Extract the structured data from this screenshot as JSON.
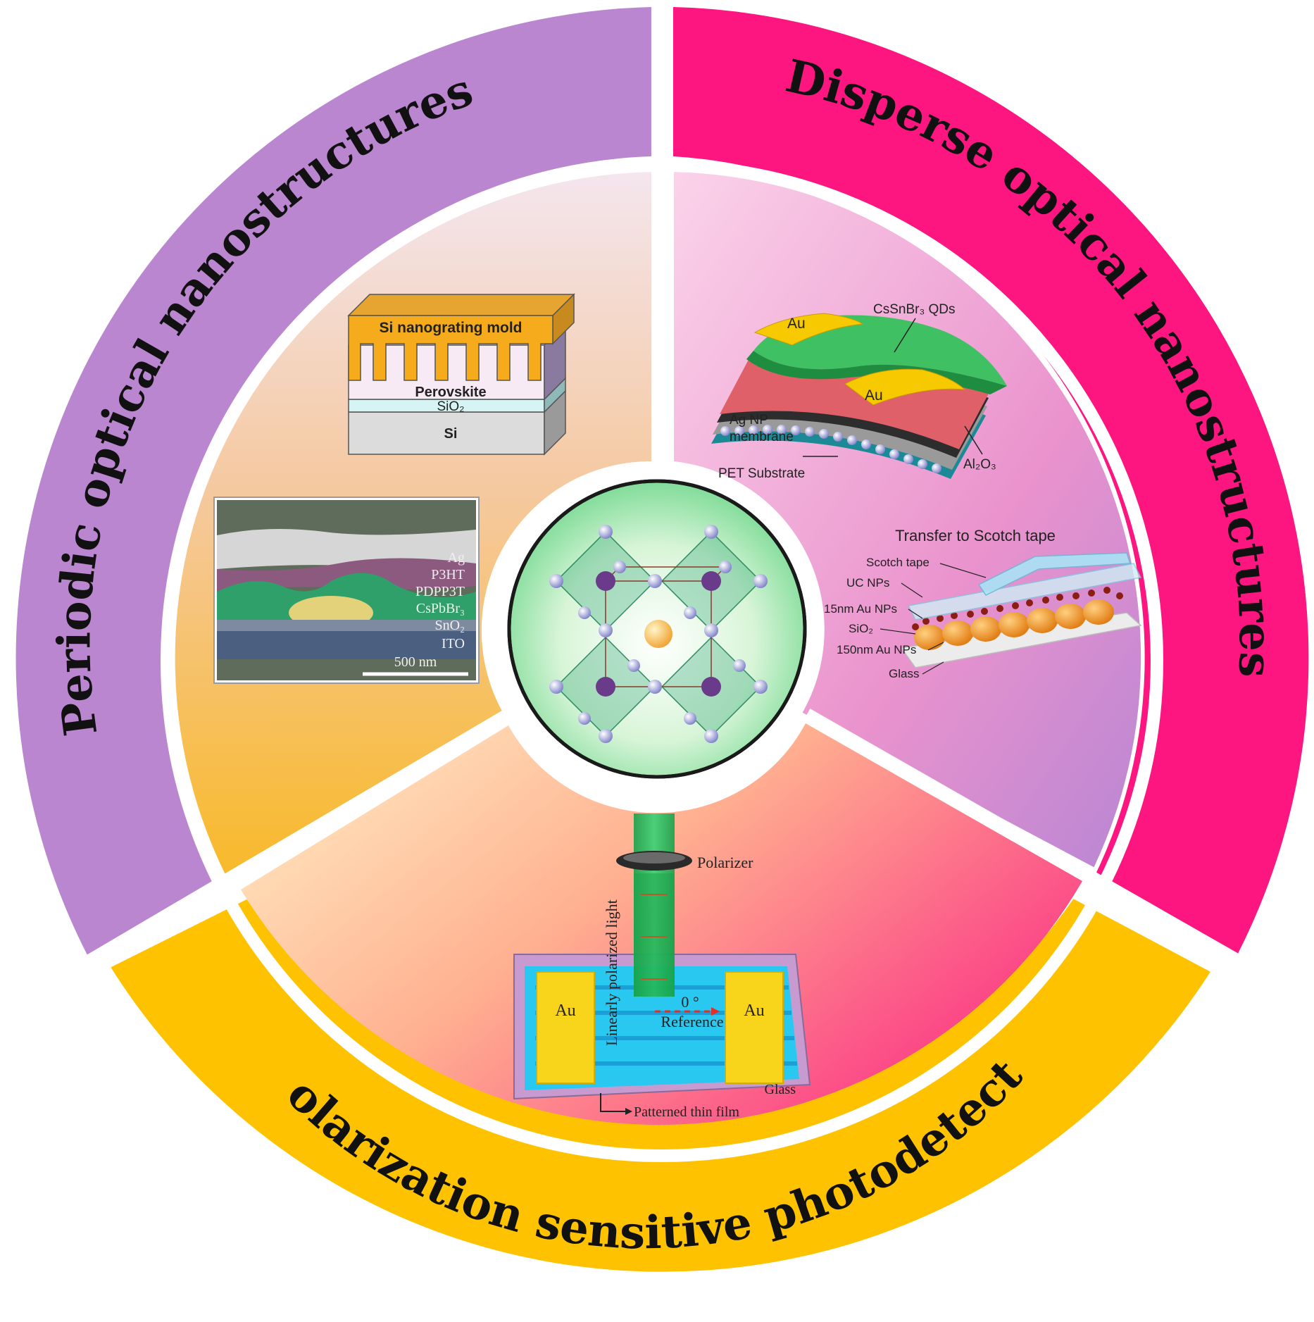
{
  "ring_titles": {
    "periodic": "Periodic optical nanostructures",
    "disperse": "Disperse optical nanostructures",
    "polarization": "Polarization sensitive photodetector"
  },
  "periodic_panel": {
    "mold": {
      "label": "Si nanograting mold",
      "layers": [
        "Perovskite",
        "SiO₂",
        "Si"
      ]
    },
    "sem": {
      "layers": [
        "Ag",
        "P3HT",
        "PDPP3T",
        "CsPbBr₃",
        "SnO₂",
        "ITO"
      ],
      "scale_bar": "500 nm"
    }
  },
  "disperse_panel": {
    "flexible": {
      "electrode_1": "Au",
      "electrode_2": "Au",
      "qds": "CsSnBr₃ QDs",
      "ag_np_1": "Ag NP",
      "ag_np_2": "membrane",
      "pet": "PET Substrate",
      "al2o3": "Al₂O₃"
    },
    "scotch": {
      "title": "Transfer to Scotch tape",
      "layers": [
        "Scotch tape",
        "UC NPs",
        "15nm Au NPs",
        "SiO₂",
        "150nm Au NPs",
        "Glass"
      ]
    }
  },
  "polarization_panel": {
    "polarizer": "Polarizer",
    "light": "Linearly polarized light",
    "electrode_left": "Au",
    "electrode_right": "Au",
    "angle": "0 °",
    "reference": "Reference",
    "glass": "Glass",
    "film": "Patterned thin film"
  },
  "colors": {
    "periodic_ring": "#bb86d0",
    "disperse_ring": "#fd1680",
    "polarization_ring": "#fec200"
  }
}
